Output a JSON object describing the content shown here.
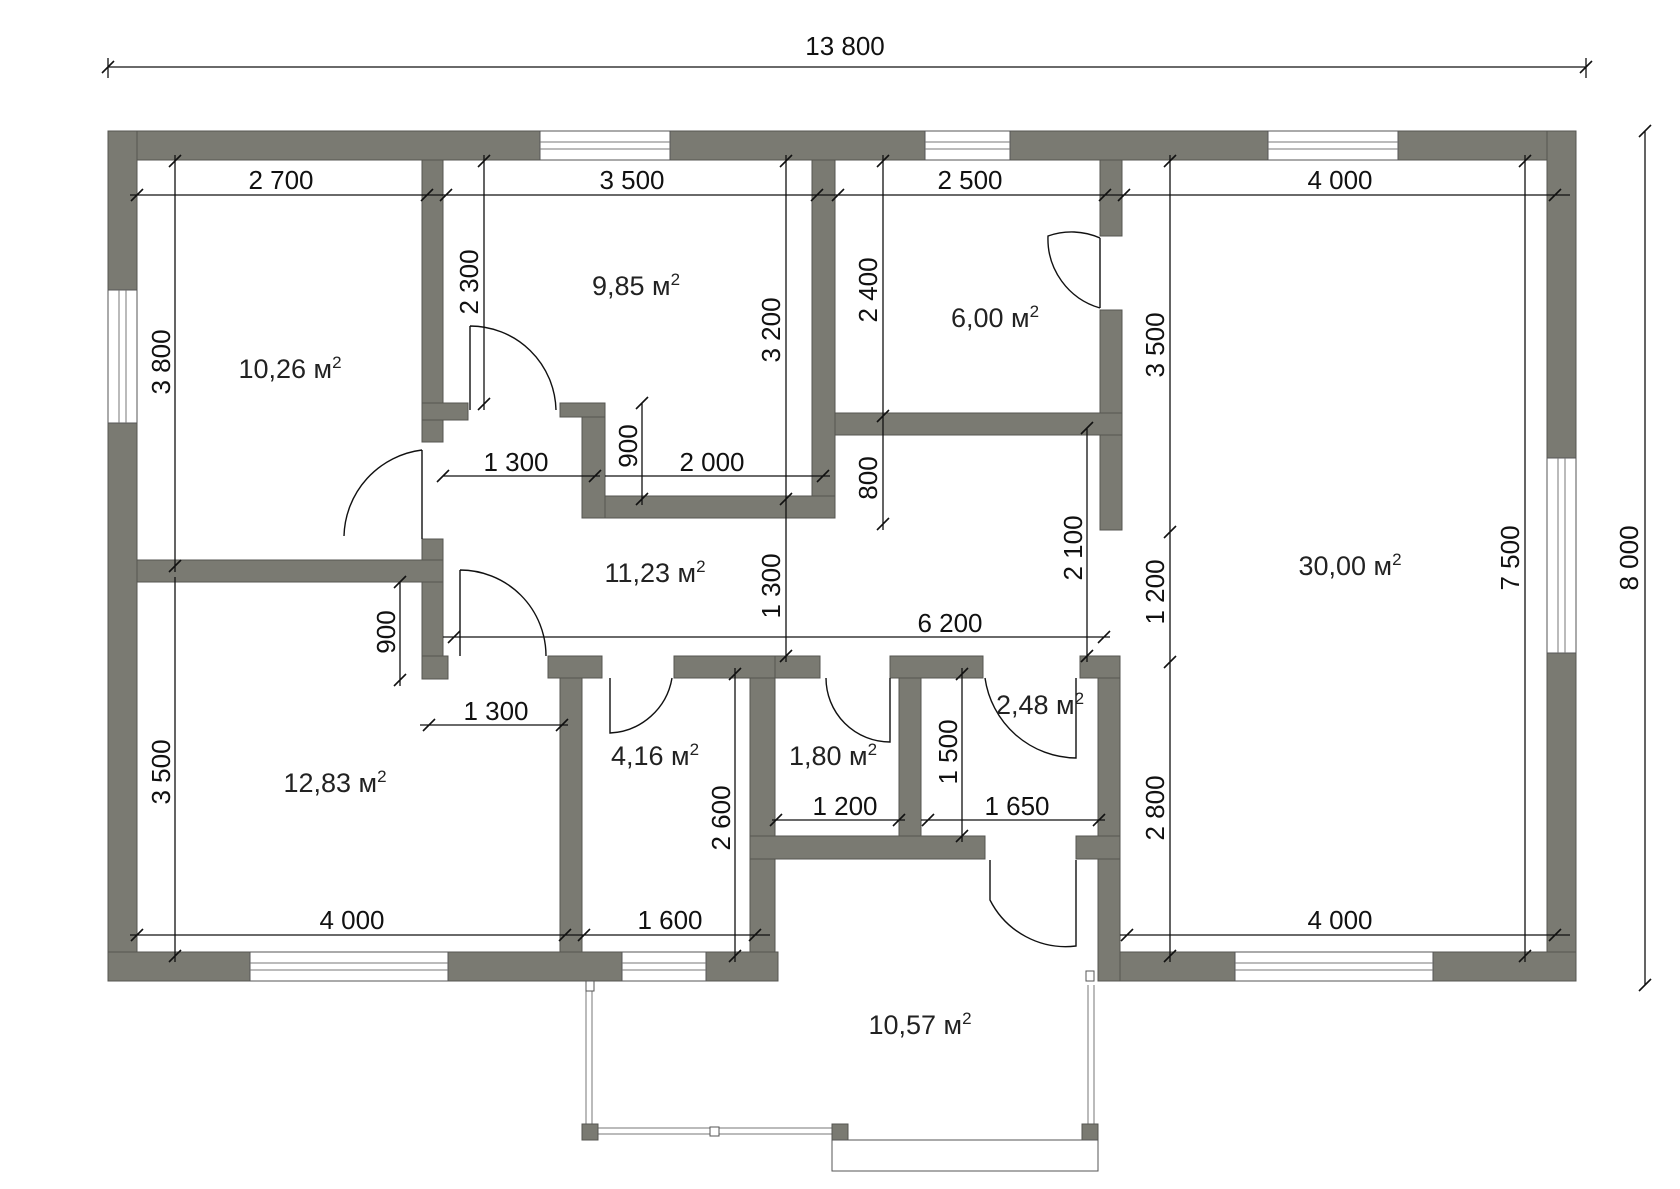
{
  "dimensions": {
    "total_width": "13 800",
    "total_height": "8 000",
    "room_a_width": "2 700",
    "room_b_width": "3 500",
    "room_c_width": "2 500",
    "room_d_width": "4 000",
    "room_a_height": "3 800",
    "room_b_height_left": "2 300",
    "room_b_height_right": "3 200",
    "room_c_height": "2 400",
    "room_d_height_top": "3 500",
    "room_d_height_total": "7 500",
    "room_d_height_mid": "1 200",
    "room_d_height_bottom": "2 800",
    "room_d_bottom_width": "4 000",
    "hall_upper_opening": "1 300",
    "hall_notch_height": "900",
    "hall_notch_width": "2 000",
    "hall_right_gap": "800",
    "hall_right_height": "2 100",
    "hall_center_height": "1 300",
    "hall_width": "6 200",
    "hall_left_height": "900",
    "room_e_opening": "1 300",
    "room_e_height": "3 500",
    "room_e_width": "4 000",
    "room_f_height": "2 600",
    "room_f_width": "1 600",
    "room_g_width": "1 200",
    "room_h_height": "1 500",
    "room_h_width": "1 650"
  },
  "areas": {
    "room_a": {
      "value": "10,26 м",
      "exp": "2"
    },
    "room_b": {
      "value": "9,85 м",
      "exp": "2"
    },
    "room_c": {
      "value": "6,00 м",
      "exp": "2"
    },
    "room_d": {
      "value": "30,00 м",
      "exp": "2"
    },
    "hall": {
      "value": "11,23 м",
      "exp": "2"
    },
    "room_e": {
      "value": "12,83 м",
      "exp": "2"
    },
    "room_f": {
      "value": "4,16 м",
      "exp": "2"
    },
    "room_g": {
      "value": "1,80 м",
      "exp": "2"
    },
    "room_h": {
      "value": "2,48 м",
      "exp": "2"
    },
    "porch": {
      "value": "10,57 м",
      "exp": "2"
    }
  },
  "colors": {
    "wall": "#7a7a72",
    "line": "#111111",
    "background": "#ffffff"
  }
}
